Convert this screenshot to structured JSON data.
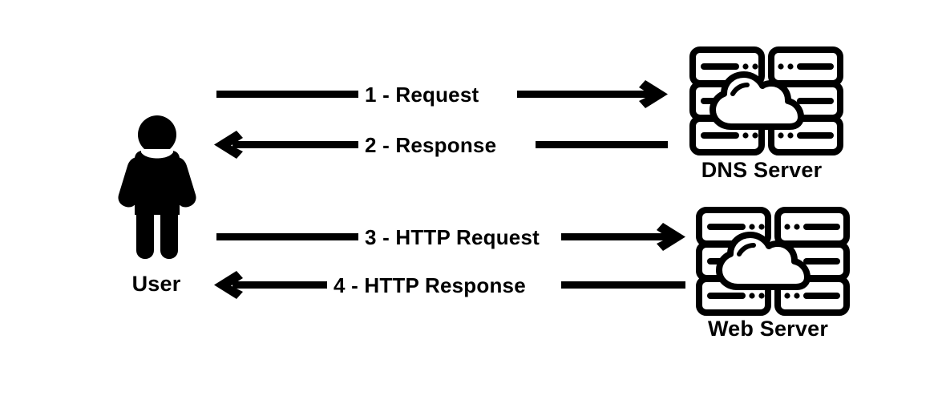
{
  "diagram": {
    "title_text_present": false,
    "background_color": "#ffffff",
    "stroke_color": "#000000",
    "nodes": [
      {
        "id": "user",
        "icon": "person-icon",
        "label": "User"
      },
      {
        "id": "dns-server",
        "icon": "server-cloud-icon",
        "label": "DNS Server"
      },
      {
        "id": "web-server",
        "icon": "server-cloud-icon",
        "label": "Web Server"
      }
    ],
    "flows": [
      {
        "id": "flow-1",
        "step": "1",
        "label": "1 - Request",
        "from": "user",
        "to": "dns-server",
        "direction": "right"
      },
      {
        "id": "flow-2",
        "step": "2",
        "label": "2 - Response",
        "from": "dns-server",
        "to": "user",
        "direction": "left"
      },
      {
        "id": "flow-3",
        "step": "3",
        "label": "3 - HTTP Request",
        "from": "user",
        "to": "web-server",
        "direction": "right"
      },
      {
        "id": "flow-4",
        "step": "4",
        "label": "4 - HTTP Response",
        "from": "web-server",
        "to": "user",
        "direction": "left"
      }
    ]
  }
}
